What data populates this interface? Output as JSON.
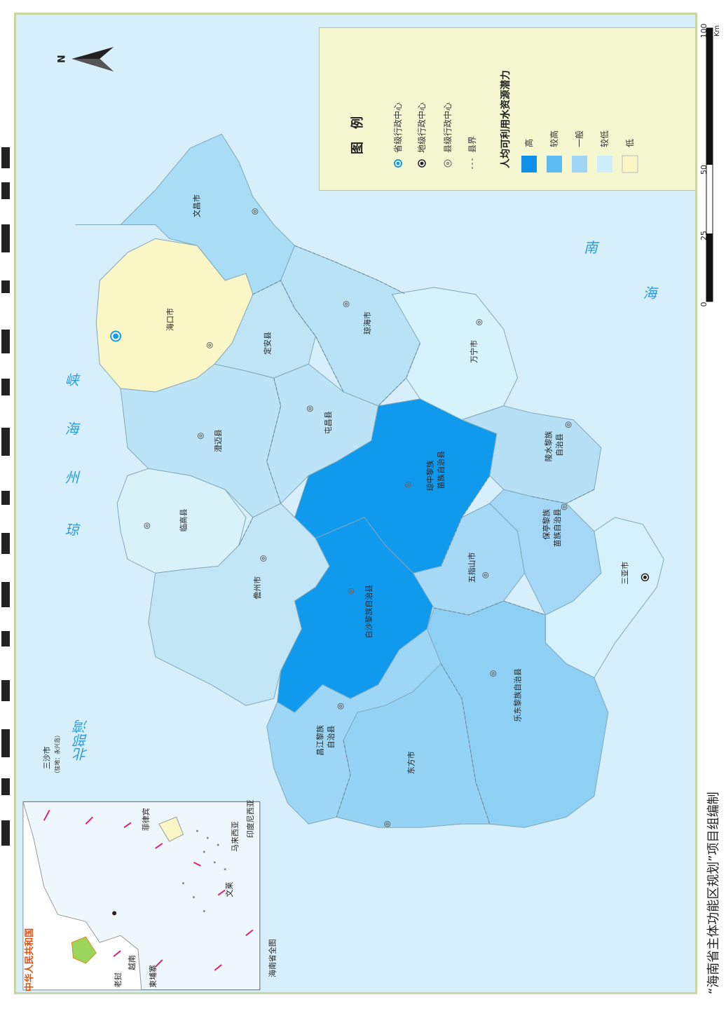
{
  "map": {
    "compass_letter": "N",
    "sea_labels": {
      "qiongzhou_1": "琼",
      "qiongzhou_2": "州",
      "qiongzhou_3": "海",
      "qiongzhou_4": "峡",
      "beibu": "北部湾",
      "nanhai_1": "南",
      "nanhai_2": "海"
    },
    "regions": [
      {
        "id": "wenchang",
        "name": "文昌市",
        "level": "较高",
        "color": "#a9dcf5"
      },
      {
        "id": "haikou",
        "name": "海口市",
        "level": "低",
        "color": "#fbf6c6"
      },
      {
        "id": "dingan",
        "name": "定安县",
        "level": "一般",
        "color": "#bfe4f6"
      },
      {
        "id": "qionghai",
        "name": "琼海市",
        "level": "一般",
        "color": "#b8e2f6"
      },
      {
        "id": "wanning",
        "name": "万宁市",
        "level": "较低",
        "color": "#d6f2fb"
      },
      {
        "id": "chengmai",
        "name": "澄迈县",
        "level": "一般",
        "color": "#bde4f6"
      },
      {
        "id": "tunchang",
        "name": "屯昌县",
        "level": "一般",
        "color": "#bde4f6"
      },
      {
        "id": "qiongzhong",
        "name": "琼中黎族苗族自治县",
        "level": "高",
        "color": "#0f9aee"
      },
      {
        "id": "lingshui",
        "name": "陵水黎族自治县",
        "level": "一般",
        "color": "#b5e0f6"
      },
      {
        "id": "lingao",
        "name": "临高县",
        "level": "较低",
        "color": "#d9f2fa"
      },
      {
        "id": "danzhou",
        "name": "儋州市",
        "level": "一般",
        "color": "#c3e6f6"
      },
      {
        "id": "baisha",
        "name": "白沙黎族自治县",
        "level": "高",
        "color": "#0f9aee"
      },
      {
        "id": "wuzhishan",
        "name": "五指山市",
        "level": "较高",
        "color": "#a6d9f5"
      },
      {
        "id": "baoting",
        "name": "保亭黎族苗族自治县",
        "level": "较高",
        "color": "#a3d7f5"
      },
      {
        "id": "sanya",
        "name": "三亚市",
        "level": "较低",
        "color": "#d5f1fb"
      },
      {
        "id": "ledong",
        "name": "乐东黎族自治县",
        "level": "较高",
        "color": "#8ed0f4"
      },
      {
        "id": "changjiang",
        "name": "昌江黎族自治县",
        "level": "较高",
        "color": "#9ed6f5"
      },
      {
        "id": "dongfang",
        "name": "东方市",
        "level": "较高",
        "color": "#94d3f4"
      }
    ],
    "label_text": {
      "wenchang": "文昌市",
      "haikou": "海口市",
      "dingan": "定安县",
      "qionghai": "琼海市",
      "wanning": "万宁市",
      "chengmai": "澄迈县",
      "tunchang": "屯昌县",
      "qiongzhong_1": "琼中黎族",
      "qiongzhong_2": "苗族自治县",
      "lingshui_1": "陵水黎族",
      "lingshui_2": "自治县",
      "lingao": "临高县",
      "danzhou": "儋州市",
      "baisha": "白沙黎族自治县",
      "wuzhishan": "五指山市",
      "baoting_1": "保亭黎族",
      "baoting_2": "苗族自治县",
      "sanya": "三亚市",
      "ledong": "乐东黎族自治县",
      "changjiang_1": "昌江黎族",
      "changjiang_2": "自治县",
      "dongfang": "东方市"
    },
    "sansha": {
      "name": "三沙市",
      "note": "（驻地：永兴岛）"
    }
  },
  "legend": {
    "title": "图　例",
    "symbols": [
      {
        "label": "省级行政中心",
        "icon": "provincial-center-icon"
      },
      {
        "label": "地级行政中心",
        "icon": "prefecture-center-icon"
      },
      {
        "label": "县级行政中心",
        "icon": "county-center-icon"
      },
      {
        "label": "县界",
        "icon": "county-boundary-icon"
      }
    ],
    "classes_title": "人均可利用水资源潜力",
    "classes": [
      {
        "label": "高",
        "color": "#0f8fe8"
      },
      {
        "label": "较高",
        "color": "#5dbbf1"
      },
      {
        "label": "一般",
        "color": "#9fd6f5"
      },
      {
        "label": "较低",
        "color": "#cdeefb"
      },
      {
        "label": "低",
        "color": "#fbf6c6"
      }
    ]
  },
  "inset": {
    "country": "中华人民共和国",
    "caption": "海南省全图",
    "places": [
      "老挝",
      "越南",
      "柬埔寨",
      "菲律宾",
      "马来西亚",
      "文莱",
      "印度尼西亚"
    ]
  },
  "scale": {
    "ticks": [
      "0",
      "25",
      "50",
      "100"
    ],
    "unit": "Km"
  },
  "footer": "“海南省主体功能区规划”项目组编制"
}
